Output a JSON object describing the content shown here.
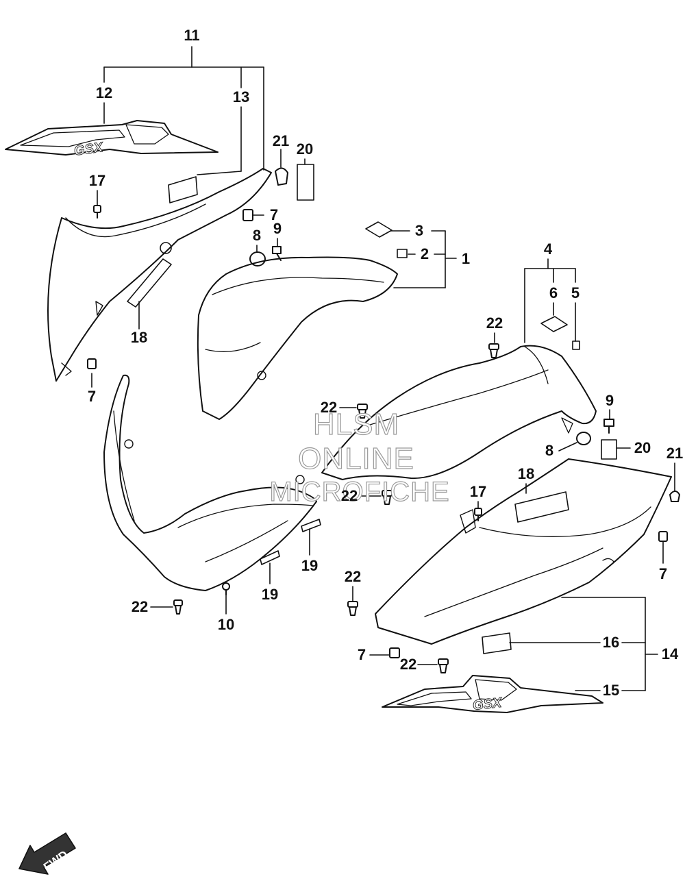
{
  "callouts": {
    "c11": "11",
    "c12": "12",
    "c13": "13",
    "c21a": "21",
    "c20a": "20",
    "c17a": "17",
    "c7a": "7",
    "c8a": "8",
    "c9a": "9",
    "c3": "3",
    "c2": "2",
    "c1": "1",
    "c18a": "18",
    "c7b": "7",
    "c4": "4",
    "c6": "6",
    "c5": "5",
    "c22a": "22",
    "c22b": "22",
    "c9b": "9",
    "c8b": "8",
    "c20b": "20",
    "c21b": "21",
    "c18b": "18",
    "c17b": "17",
    "c22c": "22",
    "c7c": "7",
    "c19a": "19",
    "c19b": "19",
    "c22d": "22",
    "c10": "10",
    "c22e": "22",
    "c16": "16",
    "c14": "14",
    "c7d": "7",
    "c22f": "22",
    "c15": "15"
  },
  "watermark": {
    "line1": "HLSM",
    "line2": "ONLINE",
    "line3": "MICROFICHE"
  },
  "fwd_label": "FWD",
  "logo_text": "GSX",
  "colors": {
    "ink": "#111111",
    "watermark": "#9a9a9a",
    "paper": "#ffffff"
  }
}
